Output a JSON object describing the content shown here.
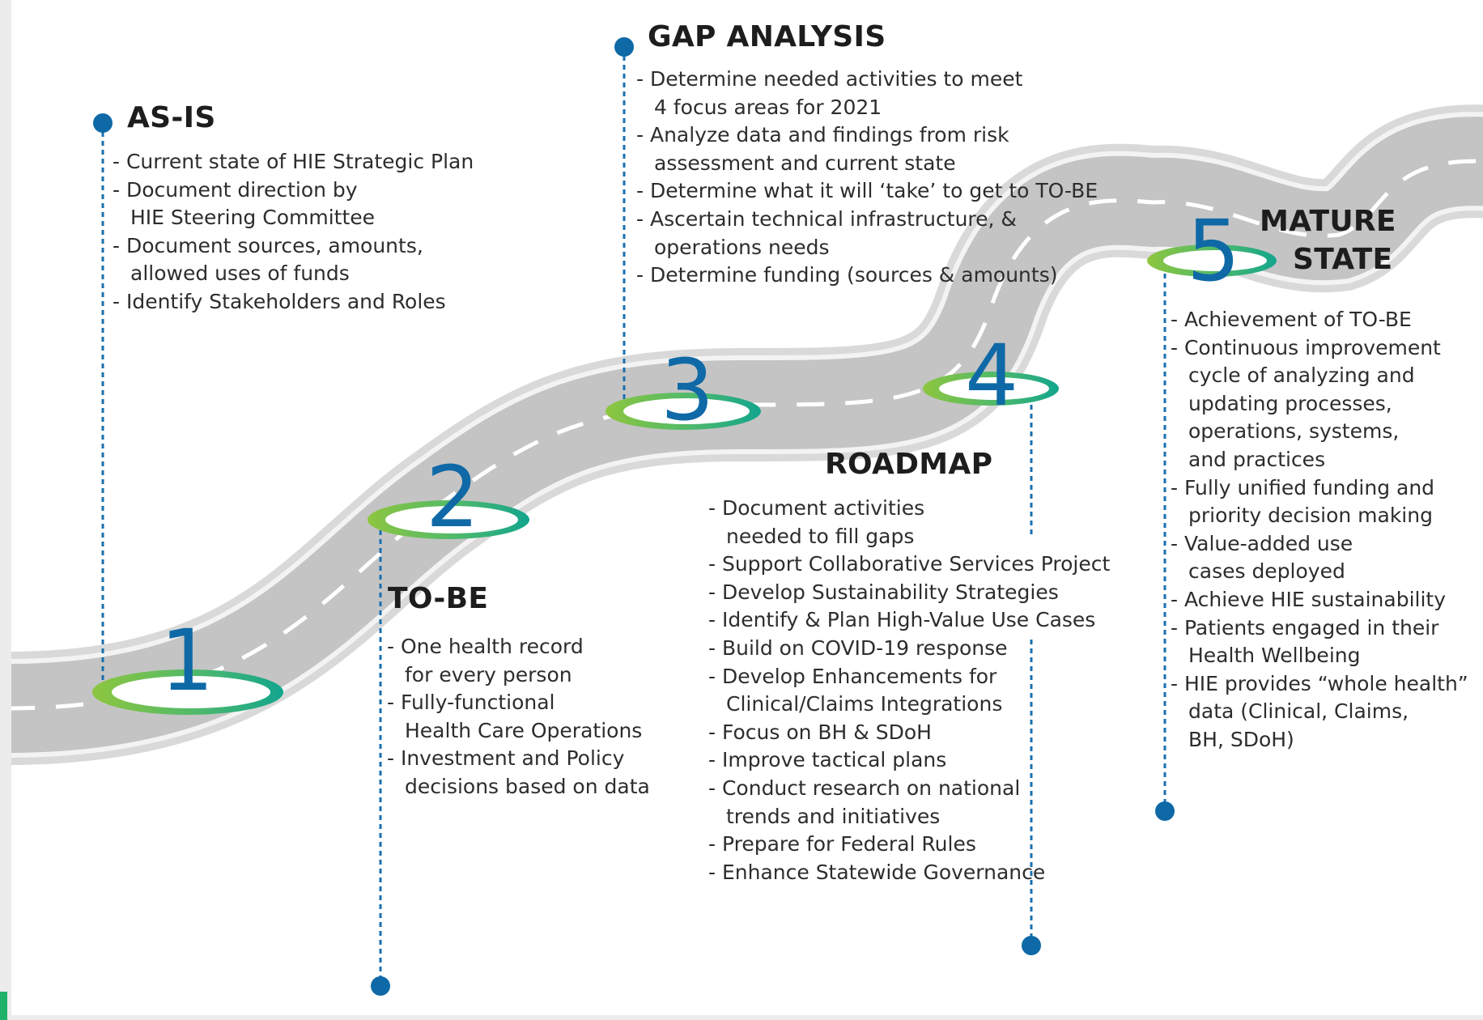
{
  "stages": [
    {
      "number": "1",
      "title": "AS-IS",
      "points": [
        "Current state of HIE Strategic Plan",
        "Document direction by\nHIE Steering Committee",
        "Document sources, amounts,\nallowed uses of funds",
        "Identify Stakeholders and Roles"
      ]
    },
    {
      "number": "2",
      "title": "TO-BE",
      "points": [
        "One health record\nfor every person",
        "Fully-functional\nHealth Care Operations",
        "Investment and Policy\ndecisions based on data"
      ]
    },
    {
      "number": "3",
      "title": "GAP ANALYSIS",
      "points": [
        "Determine needed activities to meet\n4 focus areas for 2021",
        "Analyze data and findings from risk\nassessment and current state",
        "Determine what it will ‘take’ to get to TO-BE",
        "Ascertain technical infrastructure, &\noperations needs",
        "Determine funding (sources & amounts)"
      ]
    },
    {
      "number": "4",
      "title": "ROADMAP",
      "points": [
        "Document activities\nneeded to fill gaps",
        "Support Collaborative Services Project",
        "Develop Sustainability Strategies",
        "Identify & Plan High-Value Use Cases",
        "Build on COVID-19 response",
        "Develop Enhancements for\nClinical/Claims Integrations",
        "Focus on BH & SDoH",
        "Improve tactical plans",
        "Conduct research on national\ntrends and initiatives",
        "Prepare for Federal Rules",
        "Enhance Statewide Governance"
      ]
    },
    {
      "number": "5",
      "title_line1": "MATURE",
      "title_line2": "STATE",
      "points": [
        "Achievement of TO-BE",
        "Continuous improvement\ncycle of analyzing and\nupdating processes,\noperations, systems,\nand practices",
        "Fully unified funding and\npriority decision making",
        "Value-added use\ncases deployed",
        "Achieve HIE sustainability",
        "Patients engaged in their\nHealth Wellbeing",
        "HIE provides “whole health”\ndata (Clinical, Claims,\nBH, SDoH)"
      ]
    }
  ],
  "colors": {
    "accent_blue": "#0f69a6",
    "green_ring": "#7cc242",
    "teal_ring": "#1fa88a",
    "road": "#bfbfbf",
    "road_edge": "#e3e3e3"
  }
}
